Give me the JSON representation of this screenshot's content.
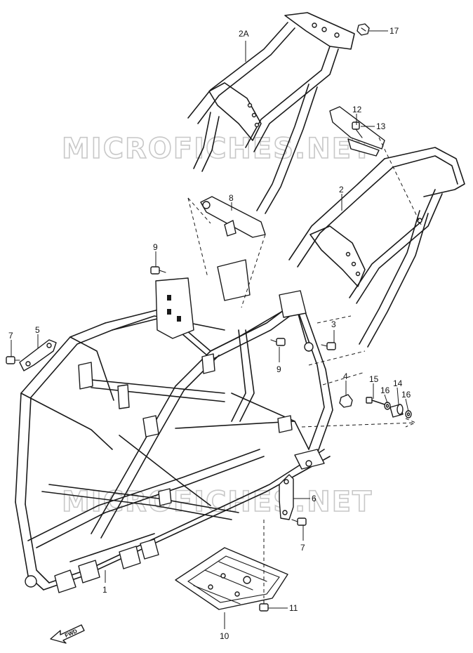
{
  "watermarks": [
    "MICROFICHES.NET",
    "MICROFICHES.NET"
  ],
  "fwd_label": "FWD",
  "callouts": [
    {
      "id": "1",
      "text": "1"
    },
    {
      "id": "2",
      "text": "2"
    },
    {
      "id": "2A",
      "text": "2A"
    },
    {
      "id": "3",
      "text": "3"
    },
    {
      "id": "4",
      "text": "4"
    },
    {
      "id": "5",
      "text": "5"
    },
    {
      "id": "6",
      "text": "6"
    },
    {
      "id": "7a",
      "text": "7"
    },
    {
      "id": "7b",
      "text": "7"
    },
    {
      "id": "8",
      "text": "8"
    },
    {
      "id": "9a",
      "text": "9"
    },
    {
      "id": "9b",
      "text": "9"
    },
    {
      "id": "10",
      "text": "10"
    },
    {
      "id": "11",
      "text": "11"
    },
    {
      "id": "12",
      "text": "12"
    },
    {
      "id": "13",
      "text": "13"
    },
    {
      "id": "14",
      "text": "14"
    },
    {
      "id": "15",
      "text": "15"
    },
    {
      "id": "16a",
      "text": "16"
    },
    {
      "id": "16b",
      "text": "16"
    },
    {
      "id": "17",
      "text": "17"
    }
  ]
}
